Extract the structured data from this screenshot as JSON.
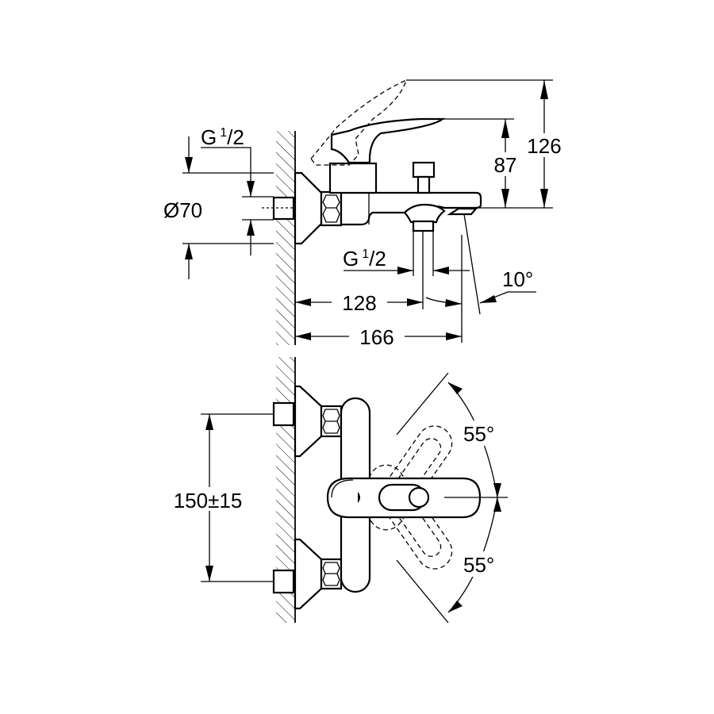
{
  "side_view": {
    "dims": {
      "height_total": "126",
      "height_lever": "87",
      "flange_diameter": "Ø70",
      "inlet_thread_label": "G",
      "inlet_thread_num": "1",
      "inlet_thread_den": "/2",
      "outlet_thread_label": "G",
      "outlet_thread_num": "1",
      "outlet_thread_den": "/2",
      "projection_outlet": "128",
      "projection_spout": "166",
      "spout_angle": "10°"
    }
  },
  "front_view": {
    "dims": {
      "inlet_spacing": "150±15",
      "lever_angle_up": "55°",
      "lever_angle_down": "55°"
    }
  },
  "colors": {
    "line": "#000000",
    "background": "#ffffff"
  }
}
